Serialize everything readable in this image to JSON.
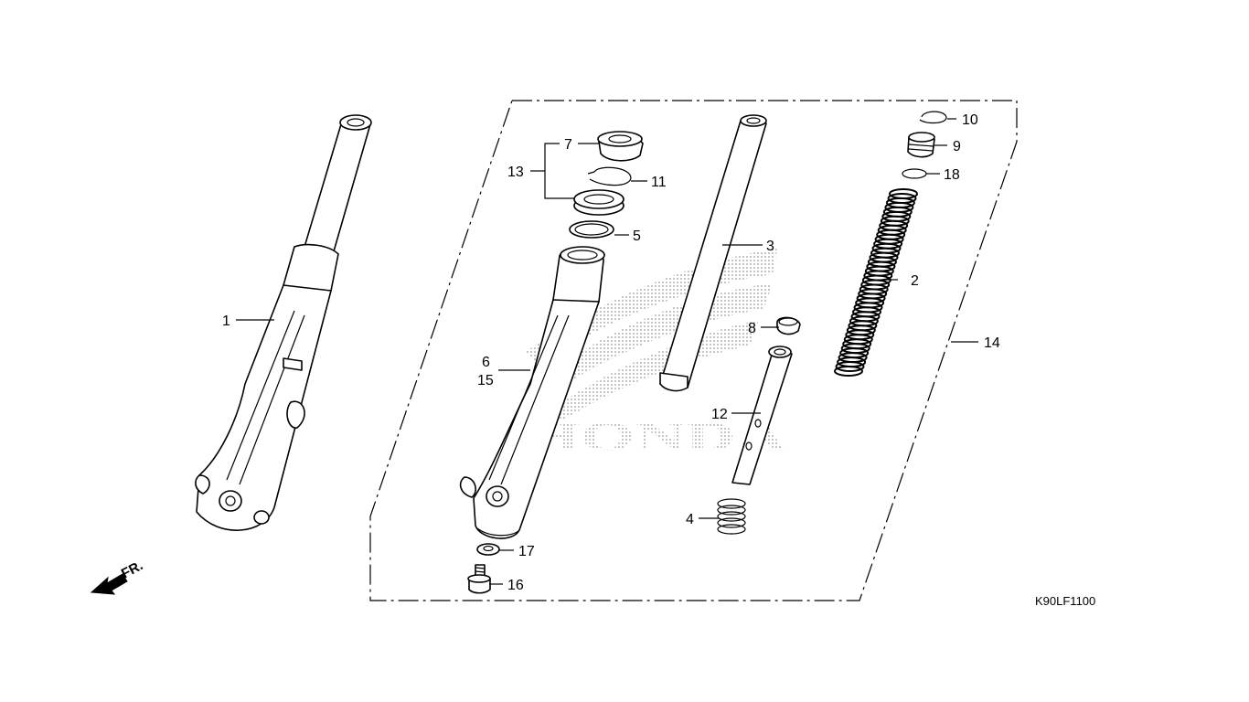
{
  "diagram": {
    "drawing_code": "K90LF1100",
    "front_indicator": "FR.",
    "watermark_text": "HONDA",
    "callouts": [
      {
        "id": "c1",
        "label": "1"
      },
      {
        "id": "c2",
        "label": "2"
      },
      {
        "id": "c3",
        "label": "3"
      },
      {
        "id": "c4",
        "label": "4"
      },
      {
        "id": "c5",
        "label": "5"
      },
      {
        "id": "c6",
        "label": "6"
      },
      {
        "id": "c7",
        "label": "7"
      },
      {
        "id": "c8",
        "label": "8"
      },
      {
        "id": "c9",
        "label": "9"
      },
      {
        "id": "c10",
        "label": "10"
      },
      {
        "id": "c11",
        "label": "11"
      },
      {
        "id": "c12",
        "label": "12"
      },
      {
        "id": "c13",
        "label": "13"
      },
      {
        "id": "c14",
        "label": "14"
      },
      {
        "id": "c15",
        "label": "15"
      },
      {
        "id": "c16",
        "label": "16"
      },
      {
        "id": "c17",
        "label": "17"
      },
      {
        "id": "c18",
        "label": "18"
      }
    ]
  }
}
